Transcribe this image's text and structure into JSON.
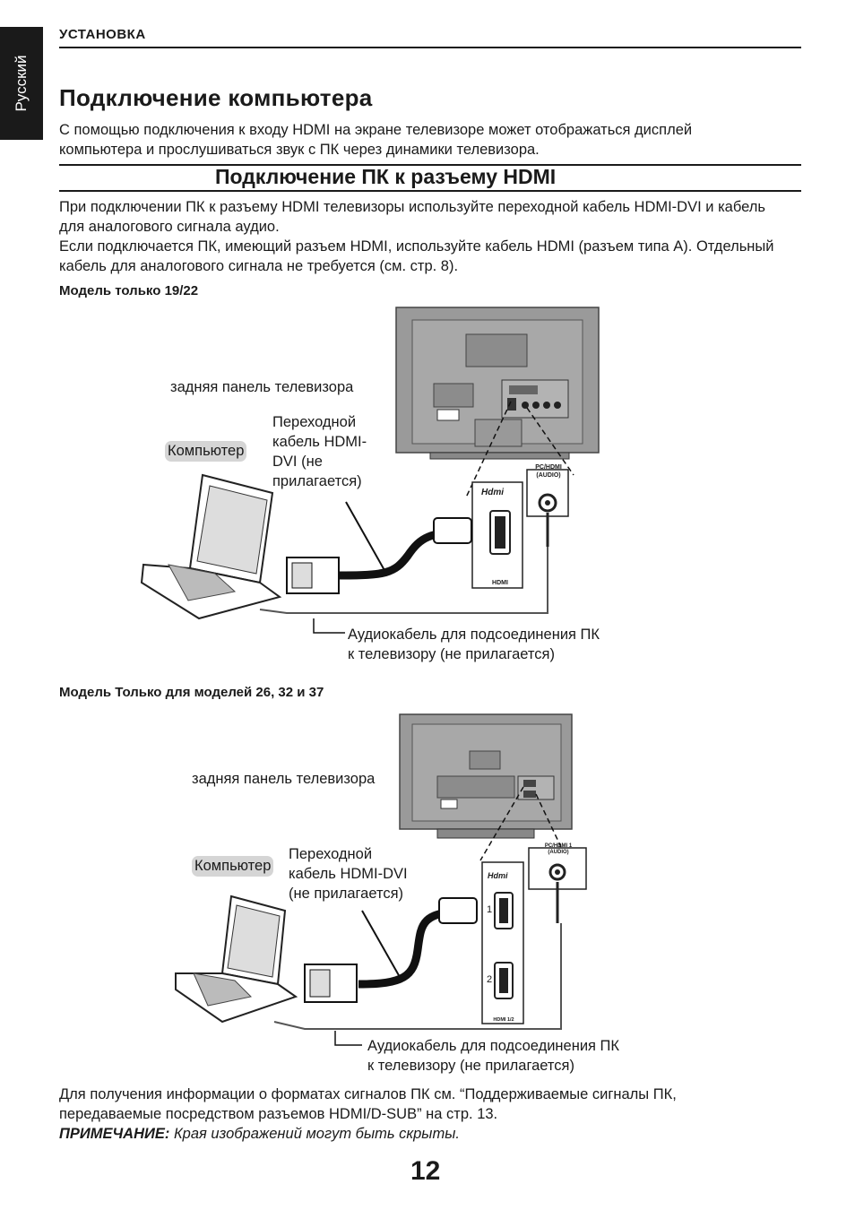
{
  "sidebar": {
    "language": "Русский"
  },
  "header": {
    "section": "УСТАНОВКА"
  },
  "title": "Подключение компьютера",
  "intro": "С помощью подключения к входу HDMI на экране телевизоре может отображаться дисплей компьютера и прослушиваться звук с ПК через динамики телевизора.",
  "subtitle": "Подключение ПК к разъему HDMI",
  "body": {
    "line1": "При подключении ПК к разъему HDMI телевизоры используйте переходной кабель HDMI-DVI и кабель для аналогового сигнала аудио.",
    "line2": "Если подключается ПК, имеющий разъем HDMI, используйте кабель HDMI (разъем типа A). Отдельный кабель для аналогового сигнала не требуется (см. стр. 8)."
  },
  "diagram1": {
    "model": "Модель только 19/22",
    "tv_back": "задняя панель телевизора",
    "computer": "Компьютер",
    "cable_l1": "Переходной",
    "cable_l2": "кабель HDMI-",
    "cable_l3": "DVI (не",
    "cable_l4": "прилагается)",
    "audio_l1": "Аудиокабель для подсоединения ПК",
    "audio_l2": "к телевизору (не прилагается)",
    "port_audio_l1": "PC/HDMI",
    "port_audio_l2": "(AUDIO)",
    "port_hdmi_logo": "Hdmi",
    "port_hdmi_label": "HDMI"
  },
  "diagram2": {
    "model": "Модель Только для моделей 26, 32 и 37",
    "tv_back": "задняя панель телевизора",
    "computer": "Компьютер",
    "cable_l1": "Переходной",
    "cable_l2": "кабель HDMI-DVI",
    "cable_l3": "(не прилагается)",
    "audio_l1": "Аудиокабель для подсоединения ПК",
    "audio_l2": "к телевизору (не прилагается)",
    "port_audio_l1": "PC/HDMI 1",
    "port_audio_l2": "(AUDIO)",
    "port_hdmi_logo": "Hdmi",
    "port_num1": "1",
    "port_num2": "2",
    "port_hdmi_label": "HDMI 1/2"
  },
  "footer": {
    "info": "Для получения информации о форматах сигналов ПК см. “Поддерживаемые сигналы ПК, передаваемые посредством разъемов HDMI/D-SUB” на стр. 13.",
    "note_label": "ПРИМЕЧАНИЕ:",
    "note_text": " Края изображений могут быть скрыты."
  },
  "page_number": "12"
}
